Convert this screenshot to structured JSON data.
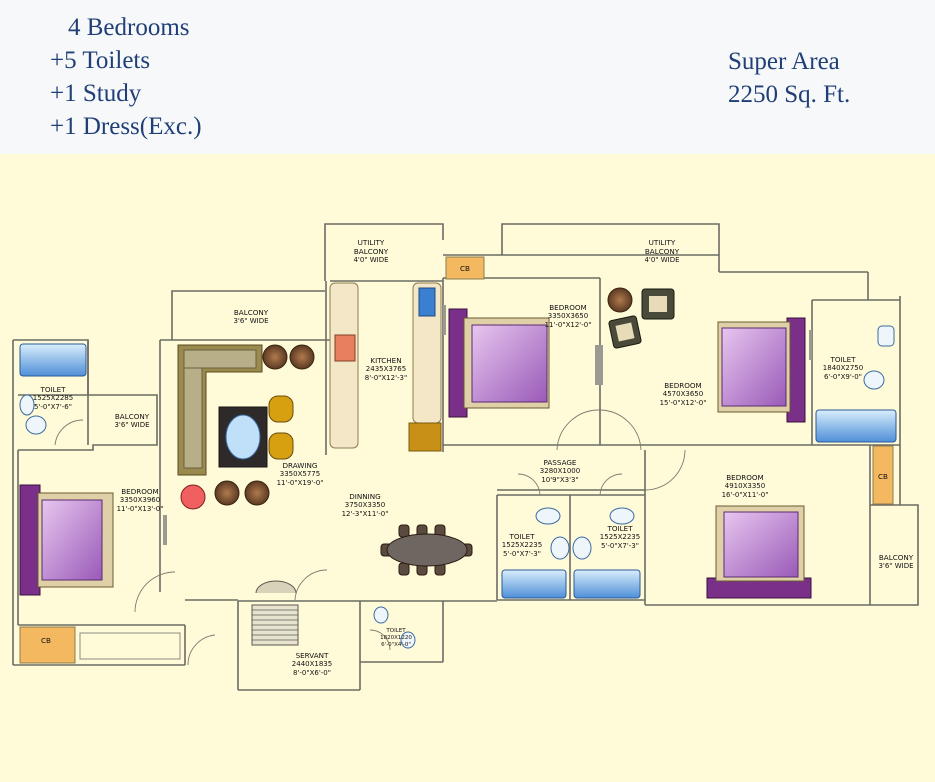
{
  "header": {
    "features": [
      "4 Bedrooms",
      "+5 Toilets",
      "+1 Study",
      "+1 Dress(Exc.)"
    ],
    "area_title": "Super Area",
    "area_value": "2250 Sq. Ft."
  },
  "rooms": {
    "balcony_top": {
      "name": "BALCONY",
      "dims": "3'6\" WIDE"
    },
    "utility_balcony_left": {
      "name": "UTILITY\nBALCONY",
      "dims": "4'0\" WIDE"
    },
    "utility_balcony_right": {
      "name": "UTILITY\nBALCONY",
      "dims": "4'0\" WIDE"
    },
    "cb_top": {
      "name": "CB"
    },
    "toilet_left": {
      "name": "TOILET",
      "dims": "1525X2285\n5'-0\"X7'-6\""
    },
    "balcony_left": {
      "name": "BALCONY",
      "dims": "3'6\" WIDE"
    },
    "kitchen": {
      "name": "KITCHEN",
      "dims": "2435X3765\n8'-0\"X12'-3\""
    },
    "bedroom_top_mid": {
      "name": "BEDROOM",
      "dims": "3350X3650\n11'-0\"X12'-0\""
    },
    "bedroom_top_right": {
      "name": "BEDROOM",
      "dims": "4570X3650\n15'-0\"X12'-0\""
    },
    "toilet_right": {
      "name": "TOILET",
      "dims": "1840X2750\n6'-0\"X9'-0\""
    },
    "drawing": {
      "name": "DRAWING",
      "dims": "3350X5775\n11'-0\"X19'-0\""
    },
    "bedroom_left": {
      "name": "BEDROOM",
      "dims": "3350X3960\n11'-0\"X13'-0\""
    },
    "dining": {
      "name": "DINNING",
      "dims": "3750X3350\n12'-3\"X11'-0\""
    },
    "passage": {
      "name": "PASSAGE",
      "dims": "3280X1000\n10'9\"X3'3\""
    },
    "bedroom_bottom_right": {
      "name": "BEDROOM",
      "dims": "4910X3350\n16'-0\"X11'-0\""
    },
    "cb_right": {
      "name": "CB"
    },
    "toilet_mid1": {
      "name": "TOILET",
      "dims": "1525X2235\n5'-0\"X7'-3\""
    },
    "toilet_mid2": {
      "name": "TOILET",
      "dims": "1525X2235\n5'-0\"X7'-3\""
    },
    "balcony_right": {
      "name": "BALCONY",
      "dims": "3'6\" WIDE"
    },
    "cb_left": {
      "name": "CB"
    },
    "servant": {
      "name": "SERVANT",
      "dims": "2440X1835\n8'-0\"X6'-0\""
    },
    "servant_toilet": {
      "name": "TOILET",
      "dims": "1820X1220\n6'-0\"X4'-0\""
    }
  }
}
